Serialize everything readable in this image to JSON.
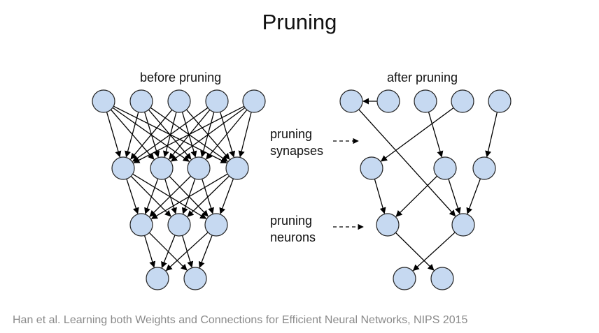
{
  "title": "Pruning",
  "left_label": "before pruning",
  "right_label": "after pruning",
  "annotations": {
    "synapses_line1": "pruning",
    "synapses_line2": "synapses",
    "neurons_line1": "pruning",
    "neurons_line2": "neurons"
  },
  "citation": "Han et al. Learning both Weights and Connections for Efficient Neural Networks, NIPS 2015",
  "colors": {
    "node_fill": "#c6d9f1",
    "node_stroke": "#222222",
    "edge": "#000000"
  }
}
